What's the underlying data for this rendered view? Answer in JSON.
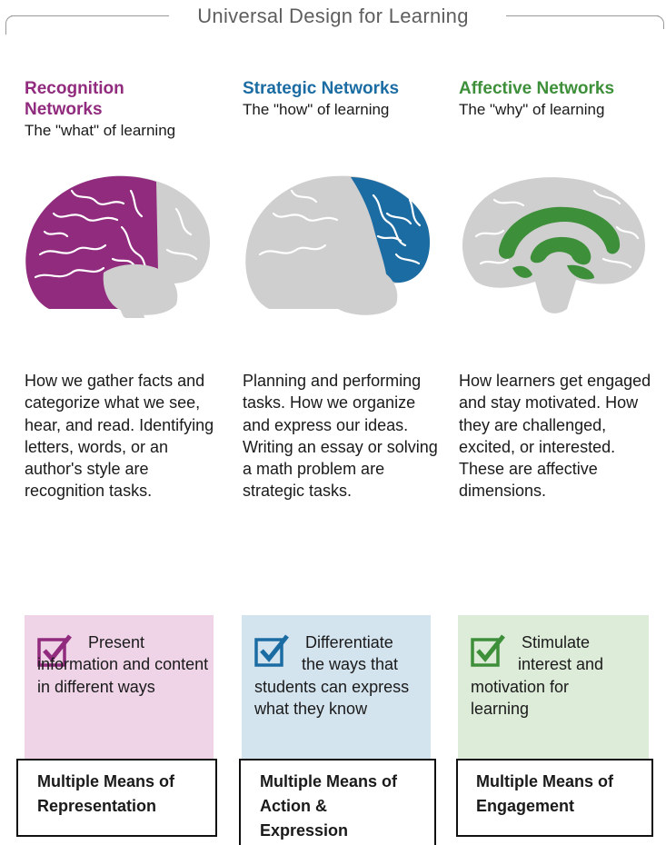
{
  "title": "Universal Design for Learning",
  "colors": {
    "recognition": "#912b7e",
    "strategic": "#1b6ca3",
    "affective": "#3e8f3a",
    "brain_gray": "#cfcfcf"
  },
  "networks": [
    {
      "name": "Recognition Networks",
      "sub": "The \"what\" of learning",
      "description": "How we gather facts and categorize what we see, hear, and read. Identifying letters, words, or an author's style are recognition tasks.",
      "guideline_lead": "Present",
      "guideline_rest": "information and content in different ways",
      "means": "Multiple Means of Representation",
      "icon": "checkbox-check-icon"
    },
    {
      "name": "Strategic Networks",
      "sub": "The \"how\" of learning",
      "description": "Planning and performing tasks. How we organize and express our ideas. Writing an essay or solving a math problem are strategic tasks.",
      "guideline_lead": "Differentiate",
      "guideline_rest": "the ways that students can express what they know",
      "means": "Multiple Means of Action & Expression",
      "icon": "checkbox-check-icon"
    },
    {
      "name": "Affective Networks",
      "sub": "The \"why\" of learning",
      "description": "How learners get engaged and stay motivated. How they are challenged, excited, or interested. These are affective dimensions.",
      "guideline_lead": "Stimulate",
      "guideline_rest": "interest and motivation for learning",
      "means": "Multiple Means of Engagement",
      "icon": "checkbox-check-icon"
    }
  ]
}
